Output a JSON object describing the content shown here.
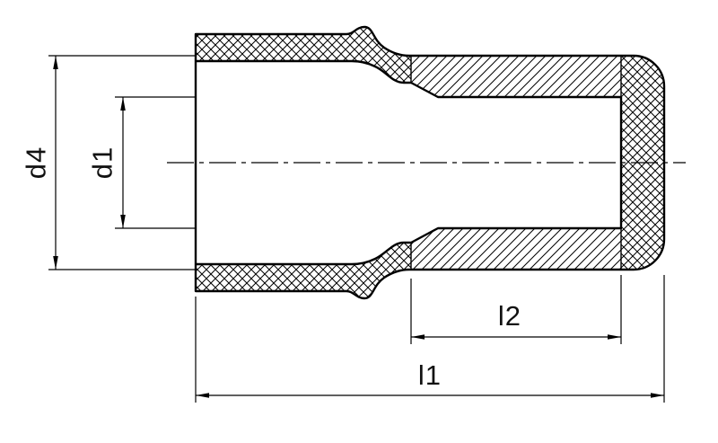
{
  "drawing": {
    "type": "technical-section-drawing",
    "line_color": "#000000",
    "background_color": "#ffffff"
  },
  "dims": {
    "d4": "d4",
    "d1": "d1",
    "l2": "l2",
    "l1": "l1"
  }
}
